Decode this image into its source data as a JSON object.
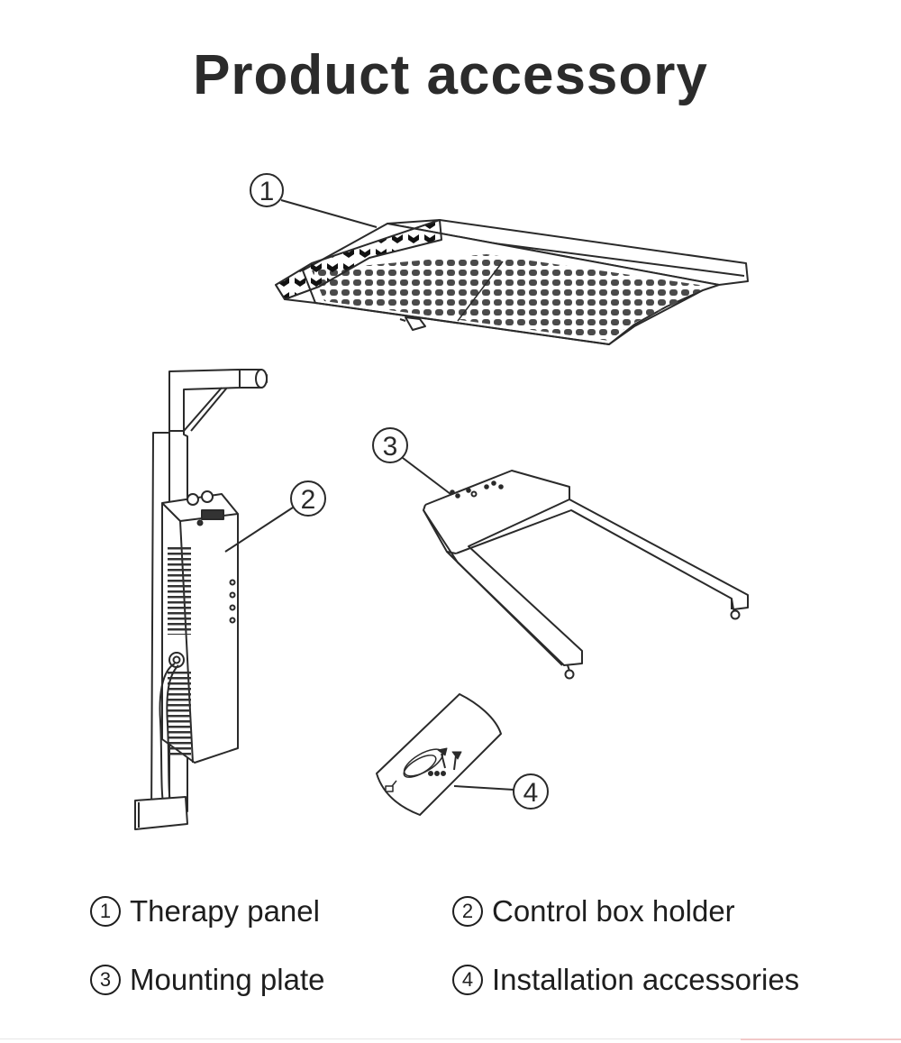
{
  "title": "Product accessory",
  "callouts": [
    "1",
    "2",
    "3",
    "4"
  ],
  "legend": [
    {
      "number": "1",
      "label": "Therapy panel"
    },
    {
      "number": "2",
      "label": "Control box holder"
    },
    {
      "number": "3",
      "label": "Mounting plate"
    },
    {
      "number": "4",
      "label": "Installation accessories"
    }
  ],
  "colors": {
    "line": "#2a2a2a",
    "title": "#2b2b2b",
    "background": "#ffffff"
  }
}
